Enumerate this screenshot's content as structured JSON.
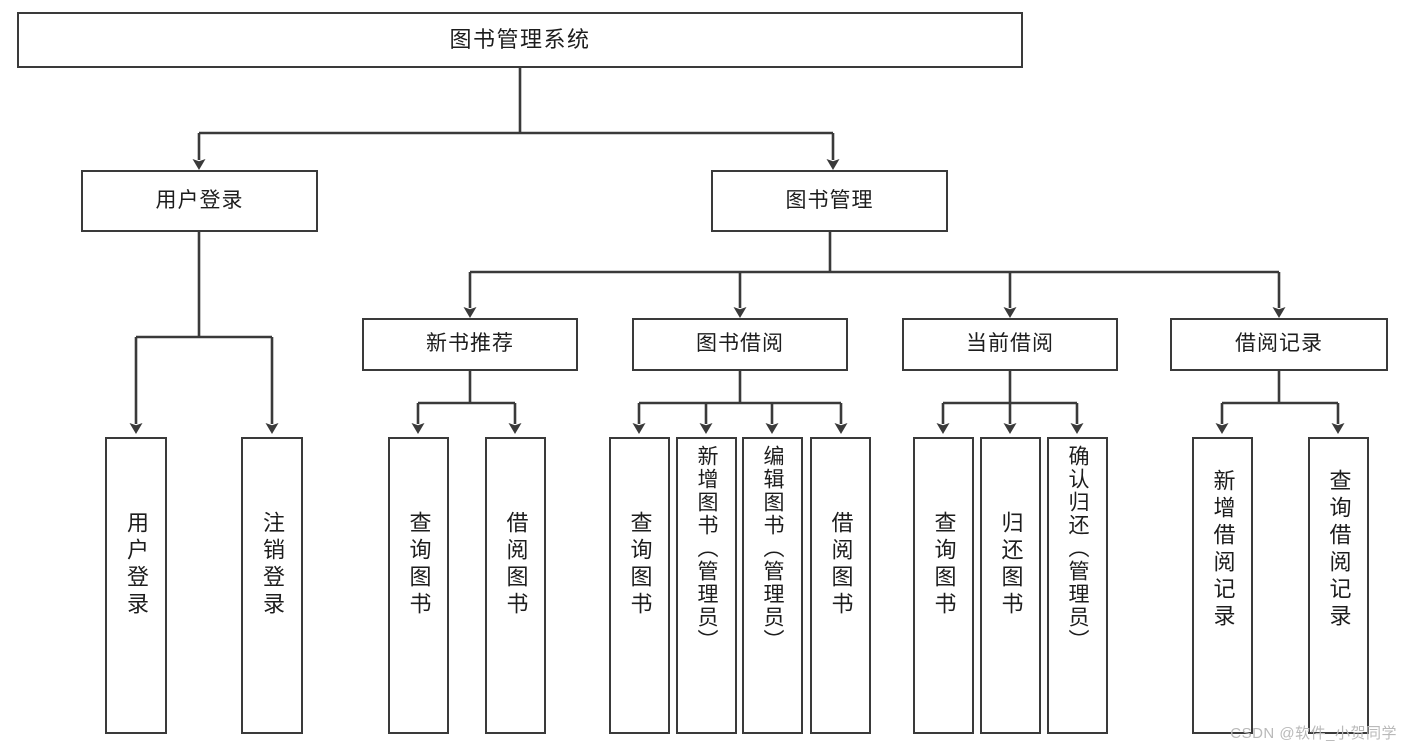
{
  "diagram": {
    "title": "图书管理系统",
    "type": "tree",
    "watermark": "CSDN @软件_小贺同学",
    "root": {
      "id": "root",
      "label": "图书管理系统"
    },
    "level2": [
      {
        "id": "user-login",
        "label": "用户登录"
      },
      {
        "id": "book-manage",
        "label": "图书管理"
      }
    ],
    "level3": [
      {
        "id": "new-book-rec",
        "label": "新书推荐",
        "parent": "book-manage"
      },
      {
        "id": "book-borrow",
        "label": "图书借阅",
        "parent": "book-manage"
      },
      {
        "id": "current-borrow",
        "label": "当前借阅",
        "parent": "book-manage"
      },
      {
        "id": "borrow-record",
        "label": "借阅记录",
        "parent": "book-manage"
      }
    ],
    "leaves": [
      {
        "id": "leaf-user-login",
        "label": "用户登录",
        "parent": "user-login"
      },
      {
        "id": "leaf-logout",
        "label": "注销登录",
        "parent": "user-login"
      },
      {
        "id": "leaf-query-book-1",
        "label": "查询图书",
        "parent": "new-book-rec"
      },
      {
        "id": "leaf-borrow-book-1",
        "label": "借阅图书",
        "parent": "new-book-rec"
      },
      {
        "id": "leaf-query-book-2",
        "label": "查询图书",
        "parent": "book-borrow"
      },
      {
        "id": "leaf-add-book",
        "label": "新增图书（管理员）",
        "parent": "book-borrow"
      },
      {
        "id": "leaf-edit-book",
        "label": "编辑图书（管理员）",
        "parent": "book-borrow"
      },
      {
        "id": "leaf-borrow-book-2",
        "label": "借阅图书",
        "parent": "book-borrow"
      },
      {
        "id": "leaf-query-book-3",
        "label": "查询图书",
        "parent": "current-borrow"
      },
      {
        "id": "leaf-return-book",
        "label": "归还图书",
        "parent": "current-borrow"
      },
      {
        "id": "leaf-confirm-return",
        "label": "确认归还（管理员）",
        "parent": "current-borrow"
      },
      {
        "id": "leaf-add-record",
        "label": "新增借阅记录",
        "parent": "borrow-record"
      },
      {
        "id": "leaf-query-record",
        "label": "查询借阅记录",
        "parent": "borrow-record"
      }
    ],
    "colors": {
      "stroke": "#3a3a3a",
      "fill": "#ffffff",
      "text": "#1d1d1d",
      "watermark": "#b9b9b9"
    }
  }
}
